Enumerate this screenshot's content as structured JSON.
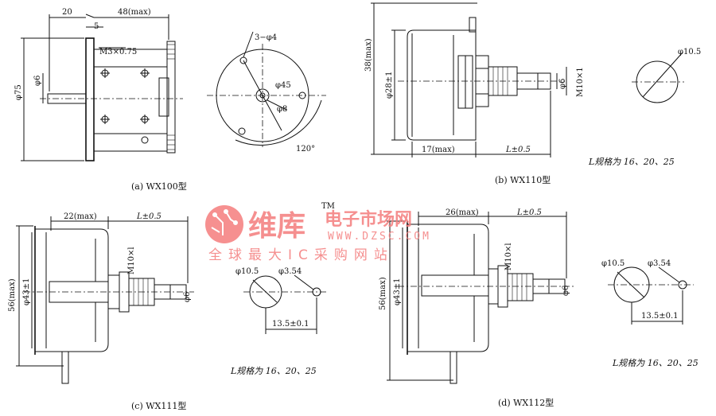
{
  "captions": {
    "a": "(a) WX100型",
    "b": "(b) WX110型",
    "c": "(c) WX111型",
    "d": "(d) WX112型"
  },
  "spec_note": "L规格为 16、20、25",
  "dims_a": {
    "top_20": "20",
    "top_48": "48(max)",
    "five": "5",
    "thread": "M3×0.75",
    "dia75": "φ75",
    "dia6": "φ6",
    "holes": "3−φ4",
    "dia45": "φ45",
    "dia8": "φ8",
    "angle": "120°"
  },
  "dims_b": {
    "h38": "38(max)",
    "d28": "φ28±1",
    "w17": "17(max)",
    "L": "L±0.5",
    "d6": "φ6",
    "m10": "M10×1",
    "d105": "φ10.5"
  },
  "dims_c": {
    "w22": "22(max)",
    "L": "L±0.5",
    "m10": "M10×l",
    "d6": "φ6",
    "h56": "56(max)",
    "d43": "φ43±1",
    "d105": "φ10.5",
    "d354": "φ3.54",
    "s135": "13.5±0.1"
  },
  "dims_d": {
    "w26": "26(max)",
    "L": "L±0.5",
    "m10": "M10×l",
    "d6": "φ6",
    "h56": "56(max)",
    "d43": "φ43±1",
    "d105": "φ10.5",
    "d354": "φ3.54",
    "s135": "13.5±0.1"
  },
  "watermark": {
    "brand": "维库",
    "sub_brand": "电子市场网",
    "url": "WWW.DZSC.COM",
    "slogan": "全球最大IC采购网站",
    "tm": "TM",
    "color": "#f47c7c"
  }
}
